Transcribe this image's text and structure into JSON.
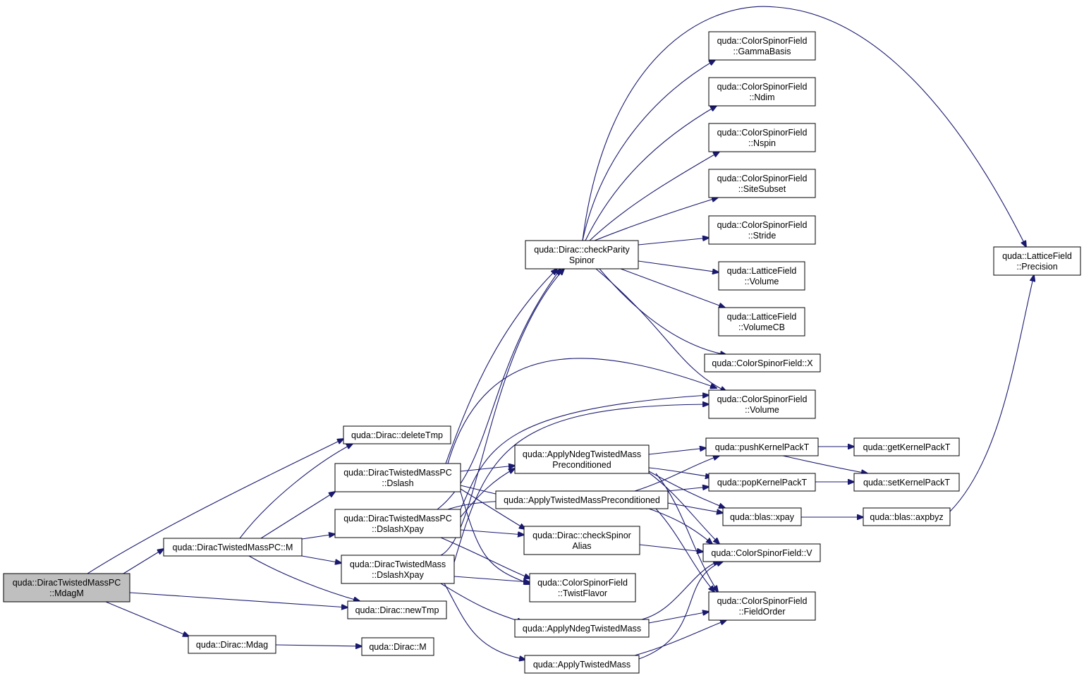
{
  "colors": {
    "edge": "#191970",
    "root_fill": "#bfbfbf",
    "node_fill": "#ffffff",
    "border": "#000000"
  },
  "nodes": [
    {
      "id": "mdagm",
      "lines": [
        "quda::DiracTwistedMassPC",
        "::MdagM"
      ],
      "root": true
    },
    {
      "id": "deleteTmp",
      "lines": [
        "quda::Dirac::deleteTmp"
      ]
    },
    {
      "id": "pcM",
      "lines": [
        "quda::DiracTwistedMassPC::M"
      ]
    },
    {
      "id": "newTmp",
      "lines": [
        "quda::Dirac::newTmp"
      ]
    },
    {
      "id": "mdag",
      "lines": [
        "quda::Dirac::Mdag"
      ]
    },
    {
      "id": "diracM",
      "lines": [
        "quda::Dirac::M"
      ]
    },
    {
      "id": "pcDslash",
      "lines": [
        "quda::DiracTwistedMassPC",
        "::Dslash"
      ]
    },
    {
      "id": "pcDslashXpay",
      "lines": [
        "quda::DiracTwistedMassPC",
        "::DslashXpay"
      ]
    },
    {
      "id": "tmDslashXpay",
      "lines": [
        "quda::DiracTwistedMass",
        "::DslashXpay"
      ]
    },
    {
      "id": "checkParity",
      "lines": [
        "quda::Dirac::checkParity",
        "Spinor"
      ]
    },
    {
      "id": "applyNdegPC",
      "lines": [
        "quda::ApplyNdegTwistedMass",
        "Preconditioned"
      ]
    },
    {
      "id": "applyTMPC",
      "lines": [
        "quda::ApplyTwistedMassPreconditioned"
      ]
    },
    {
      "id": "checkAlias",
      "lines": [
        "quda::Dirac::checkSpinor",
        "Alias"
      ]
    },
    {
      "id": "twistFlavor",
      "lines": [
        "quda::ColorSpinorField",
        "::TwistFlavor"
      ]
    },
    {
      "id": "applyNdeg",
      "lines": [
        "quda::ApplyNdegTwistedMass"
      ]
    },
    {
      "id": "applyTM",
      "lines": [
        "quda::ApplyTwistedMass"
      ]
    },
    {
      "id": "gammaBasis",
      "lines": [
        "quda::ColorSpinorField",
        "::GammaBasis"
      ]
    },
    {
      "id": "ndim",
      "lines": [
        "quda::ColorSpinorField",
        "::Ndim"
      ]
    },
    {
      "id": "nspin",
      "lines": [
        "quda::ColorSpinorField",
        "::Nspin"
      ]
    },
    {
      "id": "siteSubset",
      "lines": [
        "quda::ColorSpinorField",
        "::SiteSubset"
      ]
    },
    {
      "id": "stride",
      "lines": [
        "quda::ColorSpinorField",
        "::Stride"
      ]
    },
    {
      "id": "lfVolume",
      "lines": [
        "quda::LatticeField",
        "::Volume"
      ]
    },
    {
      "id": "lfVolumeCB",
      "lines": [
        "quda::LatticeField",
        "::VolumeCB"
      ]
    },
    {
      "id": "csfX",
      "lines": [
        "quda::ColorSpinorField::X"
      ]
    },
    {
      "id": "csfVolume",
      "lines": [
        "quda::ColorSpinorField",
        "::Volume"
      ]
    },
    {
      "id": "pushKernel",
      "lines": [
        "quda::pushKernelPackT"
      ]
    },
    {
      "id": "popKernel",
      "lines": [
        "quda::popKernelPackT"
      ]
    },
    {
      "id": "xpay",
      "lines": [
        "quda::blas::xpay"
      ]
    },
    {
      "id": "csfV",
      "lines": [
        "quda::ColorSpinorField::V"
      ]
    },
    {
      "id": "fieldOrder",
      "lines": [
        "quda::ColorSpinorField",
        "::FieldOrder"
      ]
    },
    {
      "id": "getKernel",
      "lines": [
        "quda::getKernelPackT"
      ]
    },
    {
      "id": "setKernel",
      "lines": [
        "quda::setKernelPackT"
      ]
    },
    {
      "id": "axpbyz",
      "lines": [
        "quda::blas::axpbyz"
      ]
    },
    {
      "id": "precision",
      "lines": [
        "quda::LatticeField",
        "::Precision"
      ]
    }
  ]
}
